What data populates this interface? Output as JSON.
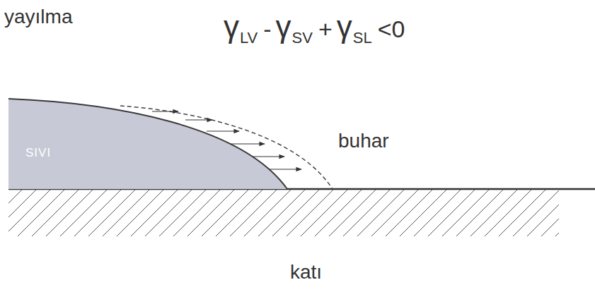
{
  "diagram": {
    "title": "yayılma",
    "nodes": [
      {
        "text": [
          "SIVI"
        ]
      }
    ],
    "labels": [
      "γ",
      "LV",
      "-",
      "γ",
      "SV",
      "+",
      "γ",
      "SL",
      "<0",
      "buhar",
      "katı"
    ]
  }
}
